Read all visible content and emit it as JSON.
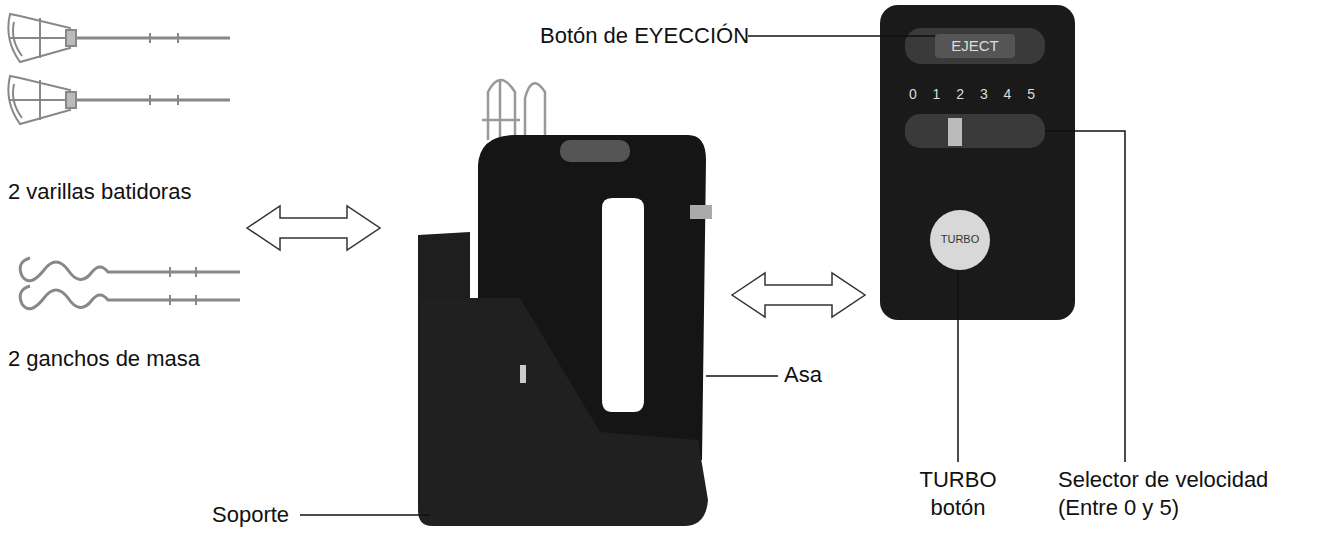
{
  "diagram": {
    "labels": [
      "Botón de EYECCIÓN",
      "2 varillas batidoras",
      "2 ganchos de masa",
      "Asa",
      "Soporte",
      "TURBO botón",
      "Selector de velocidad (Entre 0 y 5)",
      "EJECT",
      "0 1 2 3 4 5",
      "TURBO"
    ]
  }
}
